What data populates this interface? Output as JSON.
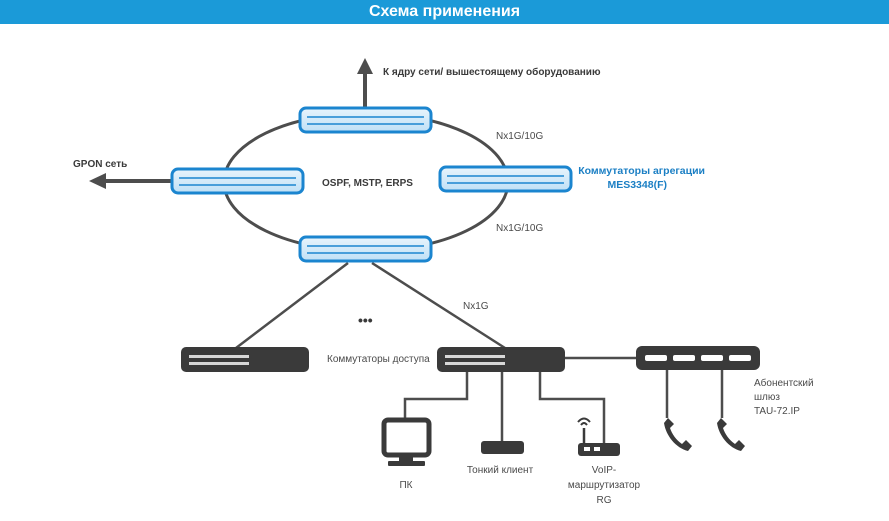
{
  "header": {
    "title": "Схема применения"
  },
  "diagram": {
    "core_label": "К ядру  сети/  вышестоящему  оборудованию",
    "gpon_label": "GPON  сеть",
    "protocols_label": "OSPF,  MSTP,  ERPS",
    "link_upper_label": "Nx1G/10G",
    "link_lower_label": "Nx1G/10G",
    "aggregation_label_line1": "Коммутаторы агрегации",
    "aggregation_label_line2": "MES3348(F)",
    "uplink_label": "Nx1G",
    "ellipsis": "•••",
    "access_label": "Коммутаторы   доступа",
    "gateway_label_line1": "Абонентский",
    "gateway_label_line2": "шлюз",
    "gateway_label_line3": "TAU-72.IP",
    "pc_label": "ПК",
    "thin_client_label": "Тонкий клиент",
    "router_label_line1": "VoIP-",
    "router_label_line2": "маршрутизатор",
    "router_label_line3": "RG",
    "colors": {
      "accent": "#1b9ad8",
      "aggregation_text": "#1b7fc4",
      "device": "#3a3a3a",
      "line": "#4d4d4d"
    }
  }
}
